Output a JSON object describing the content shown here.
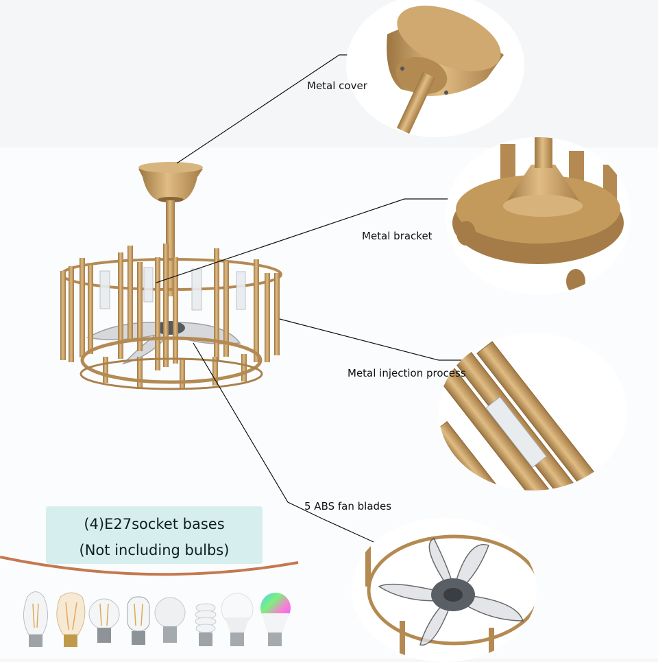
{
  "callouts": {
    "metal_cover": "Metal cover",
    "metal_bracket": "Metal bracket",
    "metal_injection": "Metal injection process",
    "fan_blades": "5 ABS fan blades"
  },
  "note": {
    "line1": "(4)E27socket bases",
    "line2": "(Not including bulbs)"
  },
  "bulbs": [
    {
      "type": "ST64 filament"
    },
    {
      "type": "Edison vintage"
    },
    {
      "type": "A19 filament"
    },
    {
      "type": "T45 filament"
    },
    {
      "type": "A19 incandescent"
    },
    {
      "type": "CFL spiral"
    },
    {
      "type": "LED A19"
    },
    {
      "type": "RGB smart LED"
    }
  ],
  "colors": {
    "gold": "#c49a5c",
    "gold_dark": "#9c7540",
    "note_bg": "#d6efee",
    "arc": "#c5784f"
  }
}
